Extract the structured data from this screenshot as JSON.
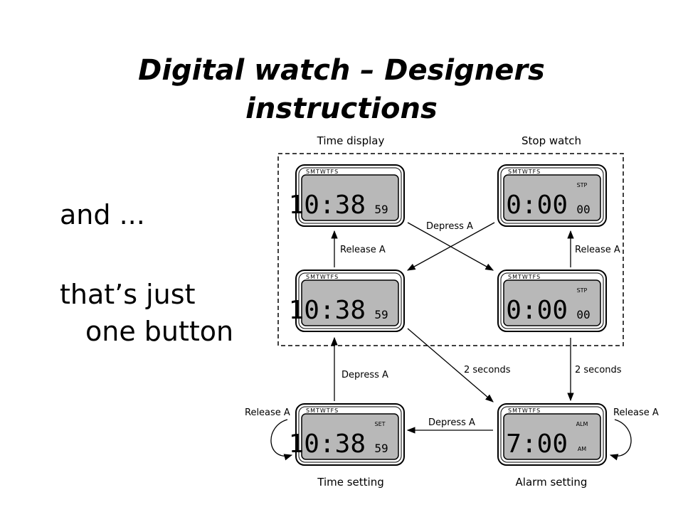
{
  "slide": {
    "title_line1": "Digital watch – Designers",
    "title_line2": "instructions",
    "text_and": "and ...",
    "text_line2": "that’s just",
    "text_line3": "one button"
  },
  "diagram": {
    "headers": {
      "time_display": "Time display",
      "stop_watch": "Stop watch",
      "time_setting": "Time setting",
      "alarm_setting": "Alarm setting"
    },
    "transitions": {
      "depress_a_cross": "Depress A",
      "release_a_left": "Release A",
      "release_a_right": "Release A",
      "depress_a_left": "Depress A",
      "two_seconds_diag": "2 seconds",
      "two_seconds_right": "2 seconds",
      "release_a_loop_left": "Release A",
      "depress_a_bottom": "Depress A",
      "release_a_loop_right": "Release A"
    },
    "watches": {
      "days": "SMTWTFS",
      "time_display_1": {
        "main": "10:38",
        "sec": "59",
        "mode": ""
      },
      "time_display_2": {
        "main": "10:38",
        "sec": "59",
        "mode": ""
      },
      "stop_watch_1": {
        "main": "0:00",
        "sec": "00",
        "mode": "STP"
      },
      "stop_watch_2": {
        "main": "0:00",
        "sec": "00",
        "mode": "STP"
      },
      "time_setting": {
        "main": "10:38",
        "sec": "59",
        "mode": "SET"
      },
      "alarm_setting": {
        "main": "7:00",
        "sec": "",
        "mode": "ALM",
        "ampm": "AM"
      }
    }
  }
}
